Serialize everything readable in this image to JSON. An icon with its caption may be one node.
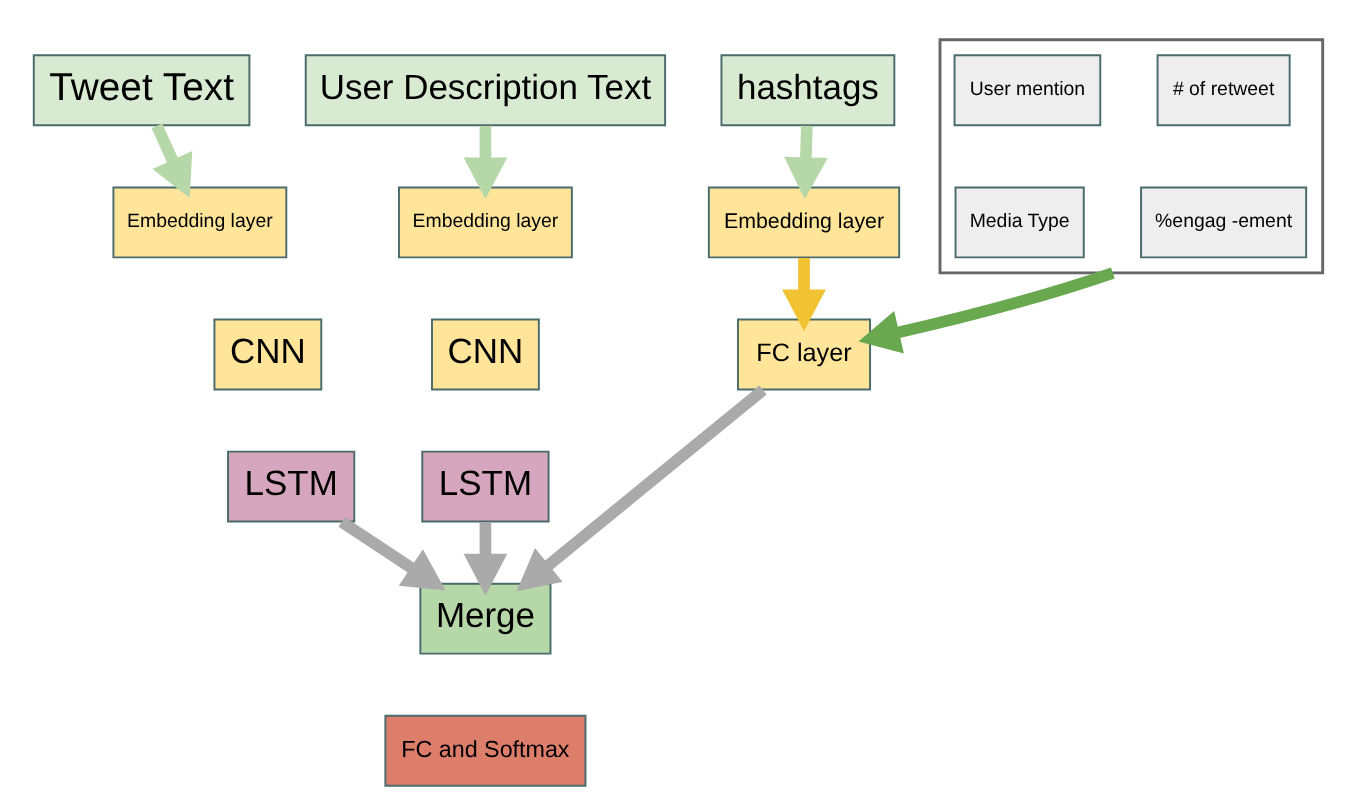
{
  "diagram": {
    "nodes": [
      {
        "text": [
          "Tweet Text"
        ]
      },
      {
        "text": [
          "Embedding layer"
        ]
      },
      {
        "text": [
          "CNN"
        ]
      },
      {
        "text": [
          "LSTM"
        ]
      },
      {
        "text": [
          "User Description Text"
        ]
      },
      {
        "text": [
          "Embedding layer"
        ]
      },
      {
        "text": [
          "CNN"
        ]
      },
      {
        "text": [
          "LSTM"
        ]
      },
      {
        "text": [
          "hashtags"
        ]
      },
      {
        "text": [
          "Embedding layer"
        ]
      },
      {
        "text": [],
        "shape": "box"
      },
      {
        "text": [
          "User mention"
        ],
        "in": 10
      },
      {
        "text": [
          "# of retweet"
        ],
        "in": 10
      },
      {
        "text": [
          "Media Type"
        ],
        "in": 10
      },
      {
        "text": [
          "%engag -ement"
        ],
        "in": 10
      },
      {
        "text": [
          "FC layer"
        ]
      },
      {
        "text": [
          "Merge"
        ]
      },
      {
        "text": [
          "FC and Softmax"
        ]
      }
    ],
    "edges": [
      {
        "from": 0,
        "to": 1,
        "arrow": "to",
        "color": "#b6d7a8"
      },
      {
        "from": 4,
        "to": 5,
        "arrow": "to",
        "color": "#b6d7a8"
      },
      {
        "from": 8,
        "to": 9,
        "arrow": "to",
        "color": "#b6d7a8"
      },
      {
        "from": 9,
        "to": 15,
        "arrow": "to",
        "color": "#f1c232"
      },
      {
        "from": 10,
        "to": 15,
        "arrow": "to",
        "color": "#6aa84f"
      },
      {
        "from": 3,
        "to": 16,
        "arrow": "to"
      },
      {
        "from": 7,
        "to": 16,
        "arrow": "to"
      },
      {
        "from": 15,
        "to": 16,
        "arrow": "to"
      }
    ]
  }
}
